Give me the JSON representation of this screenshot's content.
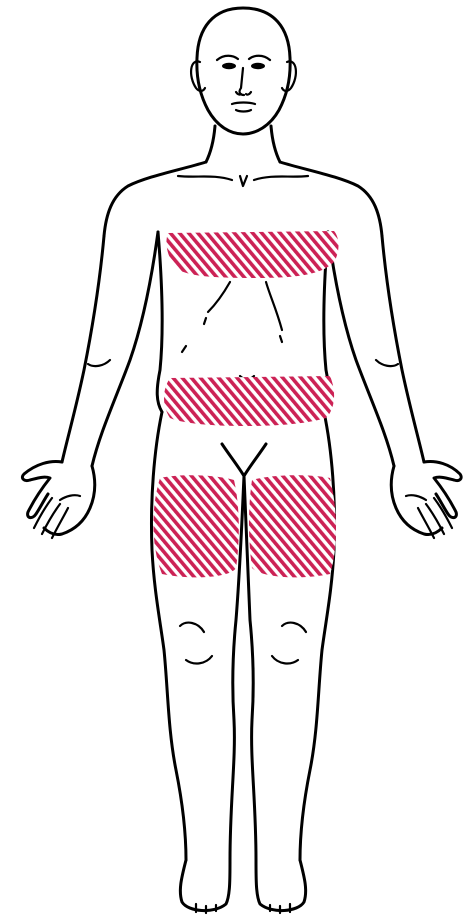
{
  "figure": {
    "subject": "anterior-body-outline",
    "hatch_color": "#cc2255",
    "background": "#ffffff",
    "regions": [
      {
        "id": "chest"
      },
      {
        "id": "lower-abdomen"
      },
      {
        "id": "left-thigh"
      },
      {
        "id": "right-thigh"
      }
    ]
  }
}
